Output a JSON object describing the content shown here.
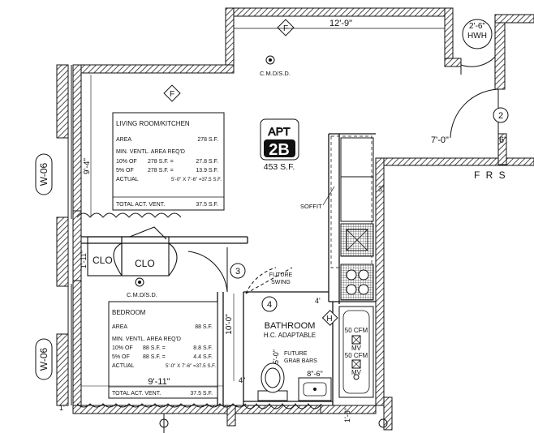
{
  "dimensions": {
    "top_wall": "12'-9\"",
    "hwh_width": "2'-6\"",
    "corridor": "7'-0\"",
    "right_edge": "6\"",
    "living_height": "9'-4\"",
    "clo_depth": "1'-11\"",
    "bedroom_height": "10'-0\"",
    "bedroom_width": "9'-11\"",
    "bath_depth": "5'-0\"",
    "vanity": "8\"-6\"",
    "dim_four": "4\"",
    "bottom_sill": "1'-6\"",
    "stub_a": "1'",
    "stub_b": "4'",
    "stub_c": "3'"
  },
  "labels": {
    "window_tag": "W-06",
    "section_tag": "F",
    "cmd_sd": "C.M.D/S.D.",
    "hwh": "HWH",
    "clo": "CLO",
    "soffit": "SOFFIT",
    "future_swing": [
      "FUTURE",
      "SWING"
    ],
    "bathroom": "BATHROOM",
    "hc_adaptable": "H.C. ADAPTABLE",
    "future_grab": [
      "FUTURE",
      "GRAB BARS"
    ],
    "fan_top": [
      "50 CFM",
      "MV"
    ],
    "fan_bottom": [
      "50 CFM",
      "MV"
    ],
    "h_tag": "H",
    "door_2": "2",
    "door_3": "3",
    "door_4": "4",
    "hall_partial": "F R S"
  },
  "apartment": {
    "prefix": "APT",
    "number": "2B",
    "area": "453 S.F."
  },
  "living_schedule": {
    "title": "LIVING ROOM/KITCHEN",
    "area_label": "AREA",
    "area_value": "278  S.F.",
    "min_label": "MIN. VENTL. AREA REQ'D",
    "row1_label": "10% OF",
    "row1_mid": "278  S.F. =",
    "row1_value": "27.8  S.F.",
    "row2_label": "5% OF",
    "row2_mid": "278 S.F. =",
    "row2_value": "13.9 S.F.",
    "actual_label": "ACTUAL",
    "actual_value": "5'-0\" X 7'-6\" =37.5 S.F.",
    "total_label": "TOTAL ACT. VENT.",
    "total_value": "37.5 S.F."
  },
  "bedroom_schedule": {
    "title": "BEDROOM",
    "area_label": "AREA",
    "area_value": "88  S.F.",
    "min_label": "MIN. VENTL. AREA REQ'D",
    "row1_label": "10% OF",
    "row1_mid": "88  S.F. =",
    "row1_value": "8.8  S.F.",
    "row2_label": "5% OF",
    "row2_mid": "88 S.F. =",
    "row2_value": "4.4 S.F.",
    "actual_label": "ACTUAL",
    "actual_value": "5'-0\" X 7'-6\" =37.5 S.F.",
    "total_label": "TOTAL ACT. VENT.",
    "total_value": "37.5 S.F."
  }
}
